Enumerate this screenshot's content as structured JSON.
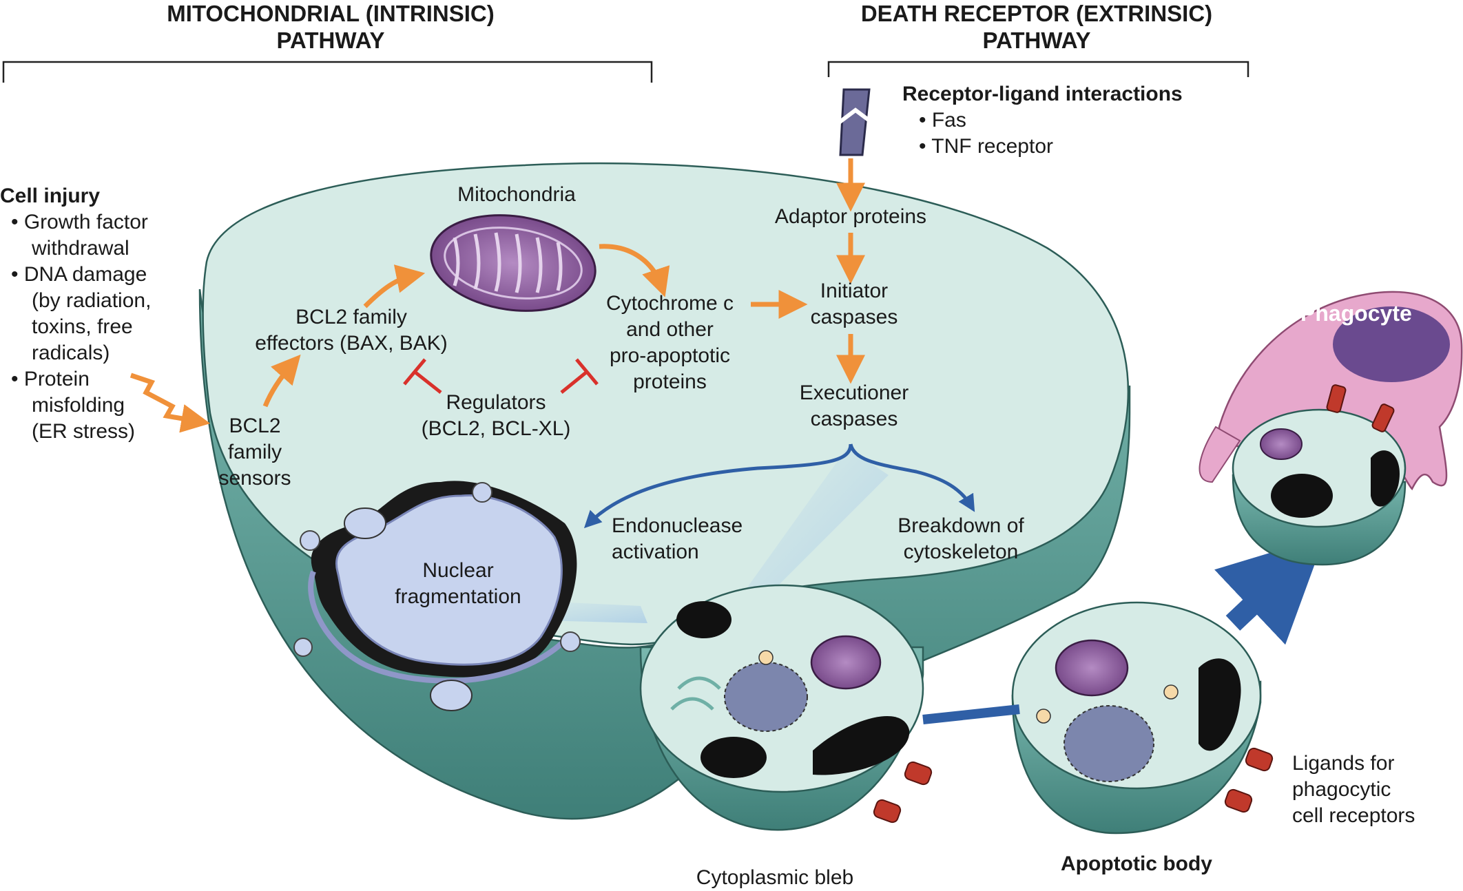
{
  "headers": {
    "intrinsic": [
      "MITOCHONDRIAL (INTRINSIC)",
      "PATHWAY"
    ],
    "extrinsic": [
      "DEATH RECEPTOR (EXTRINSIC)",
      "PATHWAY"
    ]
  },
  "cell_injury": {
    "title": "Cell injury",
    "lines": [
      "• Growth factor",
      "withdrawal",
      "• DNA damage",
      "(by radiation,",
      "toxins, free",
      "radicals)",
      "• Protein",
      "misfolding",
      "(ER stress)"
    ]
  },
  "receptor": {
    "title": "Receptor-ligand interactions",
    "items": [
      "• Fas",
      "• TNF receptor"
    ]
  },
  "labels": {
    "mitochondria": "Mitochondria",
    "bcl2_sensors": [
      "BCL2",
      "family",
      "sensors"
    ],
    "bcl2_effectors": [
      "BCL2 family",
      "effectors (BAX, BAK)"
    ],
    "regulators": [
      "Regulators",
      "(BCL2, BCL-XL)"
    ],
    "cytochrome": [
      "Cytochrome c",
      "and other",
      "pro-apoptotic",
      "proteins"
    ],
    "adaptor": "Adaptor proteins",
    "initiator": [
      "Initiator",
      "caspases"
    ],
    "executioner": [
      "Executioner",
      "caspases"
    ],
    "endonuclease": [
      "Endonuclease",
      "activation"
    ],
    "breakdown": [
      "Breakdown of",
      "cytoskeleton"
    ],
    "nuclear": [
      "Nuclear",
      "fragmentation"
    ],
    "bleb": "Cytoplasmic bleb",
    "apoptotic_body": "Apoptotic body",
    "ligands": [
      "Ligands for",
      "phagocytic",
      "cell receptors"
    ],
    "phagocyte": "Phagocyte"
  },
  "colors": {
    "cytoplasm": "#d6ebe6",
    "cell_wall": "#5f9e96",
    "orange_arrow": "#f0913a",
    "blue_arrow": "#2f5fa6",
    "inhibitor": "#d9312b",
    "mitochondria": "#7a4a8c",
    "phagocyte": "#e7a8cc",
    "nucleus": "#c7d3ee"
  }
}
